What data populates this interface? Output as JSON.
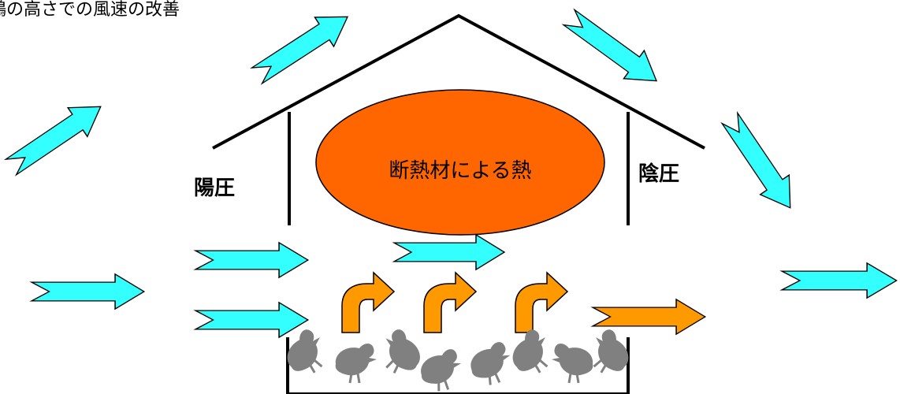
{
  "title": "鶏の高さでの風速の改善",
  "labels": {
    "positive_pressure": "陽圧",
    "negative_pressure": "陰圧",
    "heat": "断熱材による熱"
  },
  "colors": {
    "wind_arrow": "#33ffff",
    "warm_arrow": "#ff9900",
    "heat_fill": "#ff6600",
    "chicken": "#808080",
    "outline": "#000000"
  }
}
